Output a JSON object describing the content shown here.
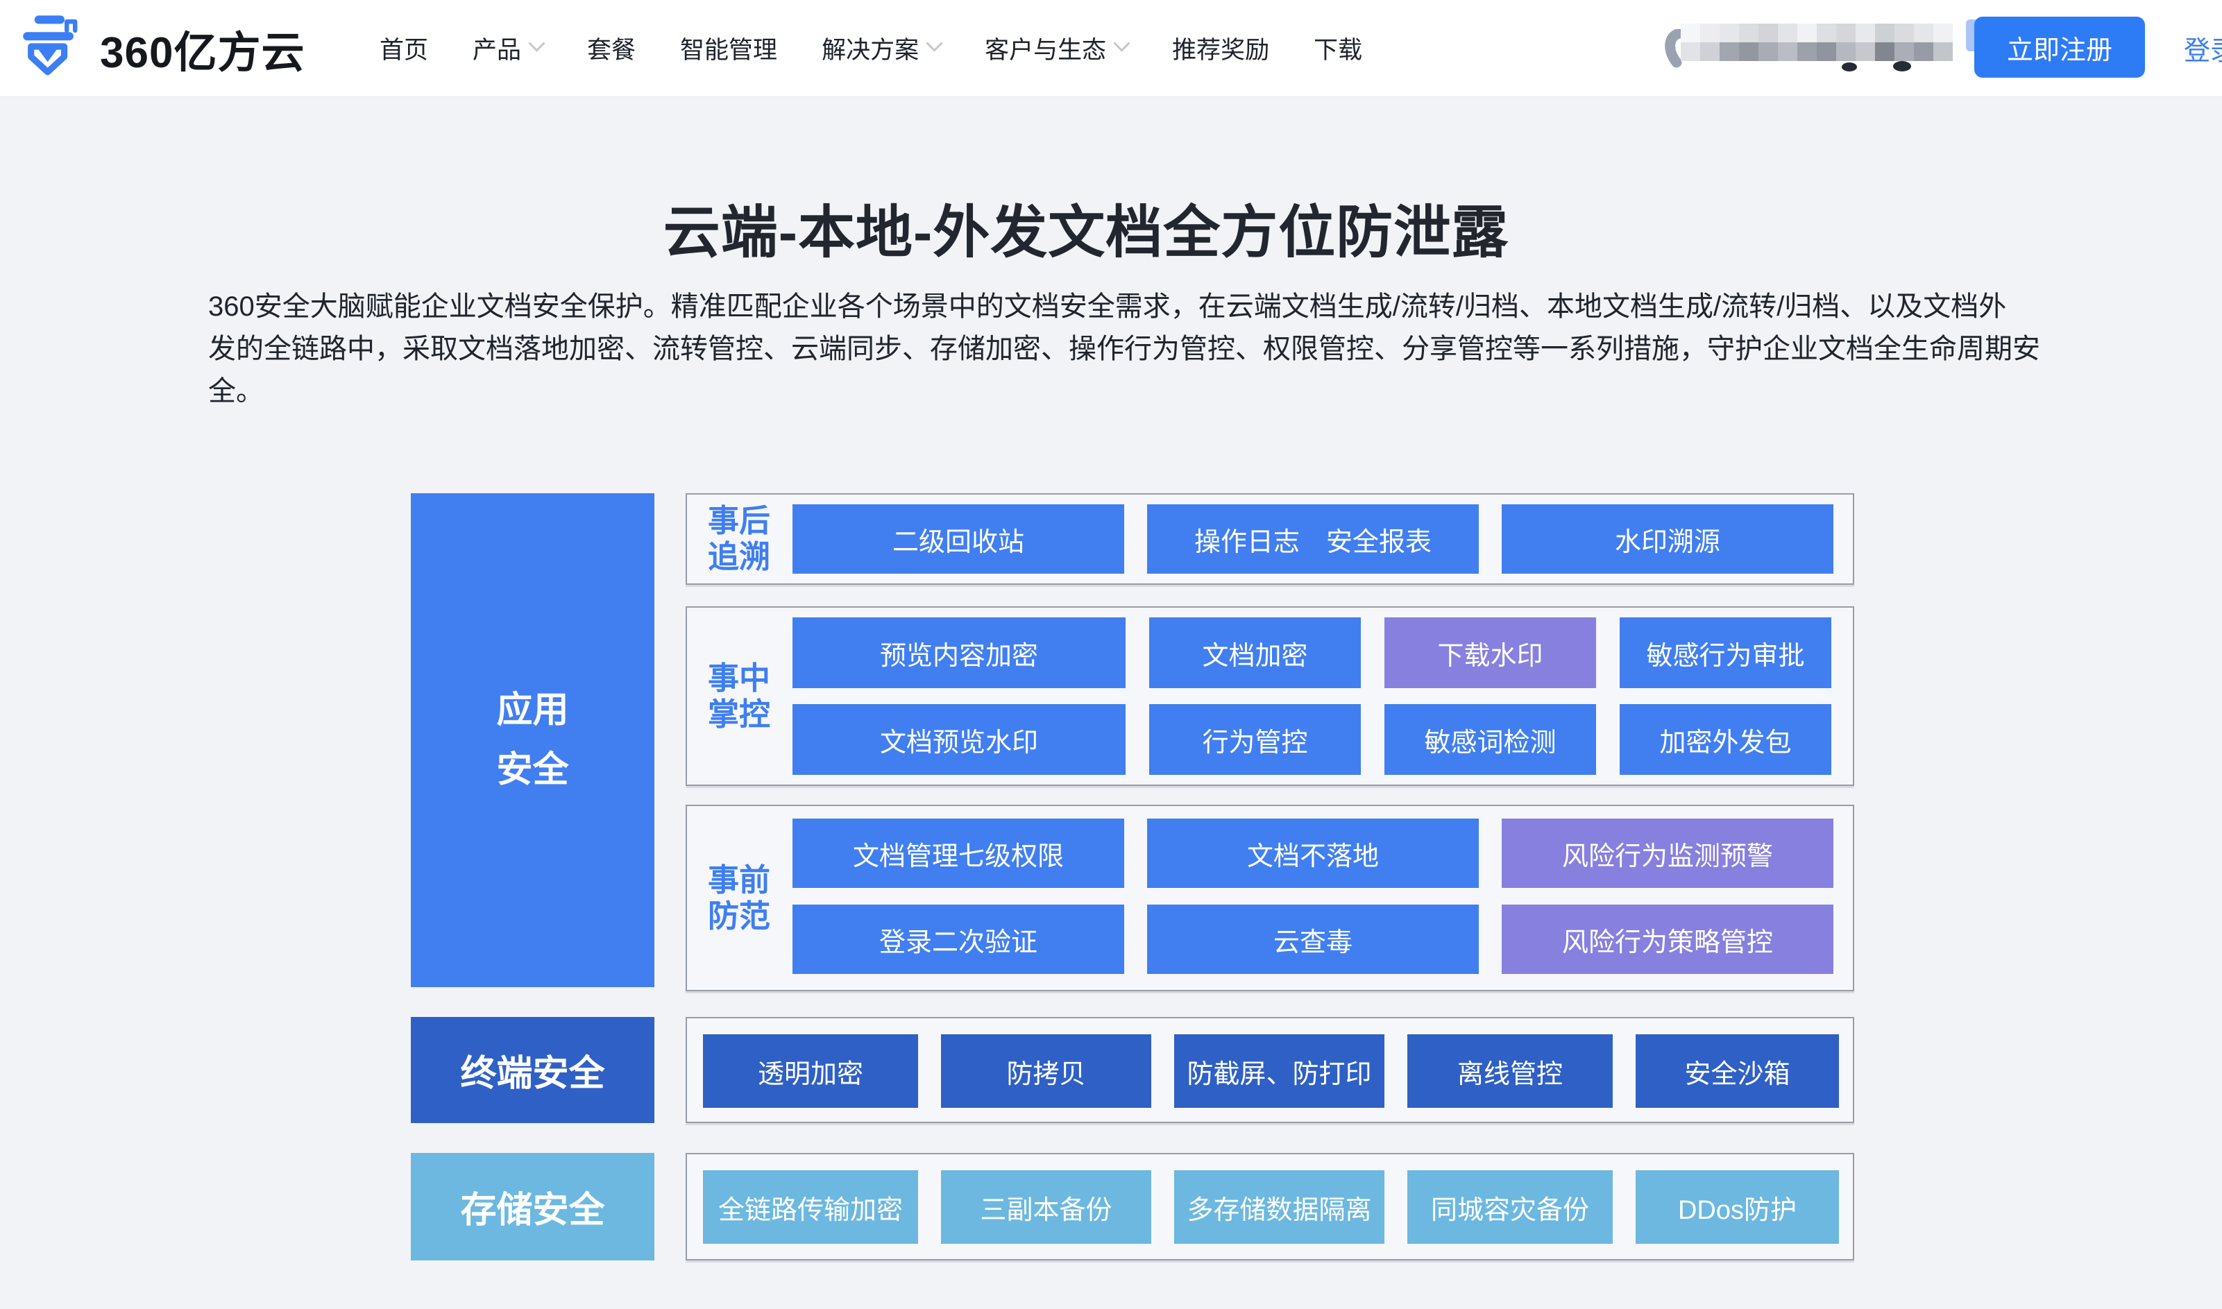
{
  "nav": {
    "logo_text": "360亿方云",
    "items": [
      {
        "label": "首页",
        "slug": "home",
        "chevron": false
      },
      {
        "label": "产品",
        "slug": "products",
        "chevron": true
      },
      {
        "label": "套餐",
        "slug": "plans",
        "chevron": false
      },
      {
        "label": "智能管理",
        "slug": "smart-management",
        "chevron": false
      },
      {
        "label": "解决方案",
        "slug": "solutions",
        "chevron": true
      },
      {
        "label": "客户与生态",
        "slug": "customers-ecosystem",
        "chevron": true
      },
      {
        "label": "推荐奖励",
        "slug": "referral-rewards",
        "chevron": false
      },
      {
        "label": "下载",
        "slug": "download",
        "chevron": false
      }
    ],
    "register_label": "立即注册",
    "login_label": "登录"
  },
  "hero": {
    "title": "云端-本地-外发文档全方位防泄露",
    "description_lines": [
      "360安全大脑赋能企业文档安全保护。精准匹配企业各个场景中的文档安全需求，在云端文档生成/流转/归档、本地文档生成/流转/归档、以及文档外",
      "发的全链路中，采取文档落地加密、流转管控、云端同步、存储加密、操作行为管控、权限管控、分享管控等一系列措施，守护企业文档全生命周期安",
      "全。"
    ]
  },
  "diagram": {
    "side_blocks": [
      {
        "slug": "app-security",
        "lines": [
          "应用",
          "安全"
        ],
        "variant": "blue"
      },
      {
        "slug": "terminal-security",
        "lines": [
          "终端安全"
        ],
        "variant": "dark"
      },
      {
        "slug": "storage-security",
        "lines": [
          "存储安全"
        ],
        "variant": "light"
      }
    ],
    "groups": [
      {
        "slug": "post-event-tracing",
        "label_lines": [
          "事后",
          "追溯"
        ],
        "rows": [
          [
            {
              "label": "二级回收站"
            },
            {
              "label": "操作日志　安全报表"
            },
            {
              "label": "水印溯源"
            }
          ]
        ]
      },
      {
        "slug": "in-event-control",
        "label_lines": [
          "事中",
          "掌控"
        ],
        "rows": [
          [
            {
              "label": "预览内容加密"
            },
            {
              "label": "文档加密"
            },
            {
              "label": "下载水印",
              "variant": "purple"
            },
            {
              "label": "敏感行为审批"
            }
          ],
          [
            {
              "label": "文档预览水印"
            },
            {
              "label": "行为管控"
            },
            {
              "label": "敏感词检测"
            },
            {
              "label": "加密外发包"
            }
          ]
        ]
      },
      {
        "slug": "pre-event-prevention",
        "label_lines": [
          "事前",
          "防范"
        ],
        "rows": [
          [
            {
              "label": "文档管理七级权限"
            },
            {
              "label": "文档不落地"
            },
            {
              "label": "风险行为监测预警",
              "variant": "purple"
            }
          ],
          [
            {
              "label": "登录二次验证"
            },
            {
              "label": "云查毒"
            },
            {
              "label": "风险行为策略管控",
              "variant": "purple"
            }
          ]
        ]
      },
      {
        "slug": "terminal-row",
        "label_lines": [],
        "default_variant": "dark",
        "rows": [
          [
            {
              "label": "透明加密"
            },
            {
              "label": "防拷贝"
            },
            {
              "label": "防截屏、防打印"
            },
            {
              "label": "离线管控"
            },
            {
              "label": "安全沙箱"
            }
          ]
        ]
      },
      {
        "slug": "storage-row",
        "label_lines": [],
        "default_variant": "light",
        "rows": [
          [
            {
              "label": "全链路传输加密"
            },
            {
              "label": "三副本备份"
            },
            {
              "label": "多存储数据隔离"
            },
            {
              "label": "同城容灾备份"
            },
            {
              "label": "DDos防护"
            }
          ]
        ]
      }
    ]
  },
  "colors": {
    "accent_blue": "#2e7bf6",
    "tile_blue": "#417ff0",
    "tile_purple": "#8780de",
    "tile_dark_blue": "#2f60c6",
    "tile_light_blue": "#6cb8e0",
    "group_label_blue": "#3e7ef2",
    "page_bg": "#f1f3f7",
    "logo_blue": "#3b7ef5"
  },
  "redaction": {
    "rows": [
      [
        "#f5f6f8",
        "#ededf0",
        "#e6e7ea",
        "#dcdde1",
        "#d2d4d9",
        "#e3e4e8",
        "#f1f2f4",
        "#dddfe3",
        "#d4d6db",
        "#e8e9ec",
        "#cdd0d5",
        "#d9dbdf",
        "#e5e6e9",
        "#f0f1f3"
      ],
      [
        "#e1e3e7",
        "#cfd1d6",
        "#a2a6af",
        "#93979f",
        "#a9acb5",
        "#babdc4",
        "#9da1aa",
        "#90949e",
        "#b5b8bf",
        "#c6c8ce",
        "#82868f",
        "#abaeb7",
        "#979ba5",
        "#c2c5ca"
      ]
    ]
  }
}
